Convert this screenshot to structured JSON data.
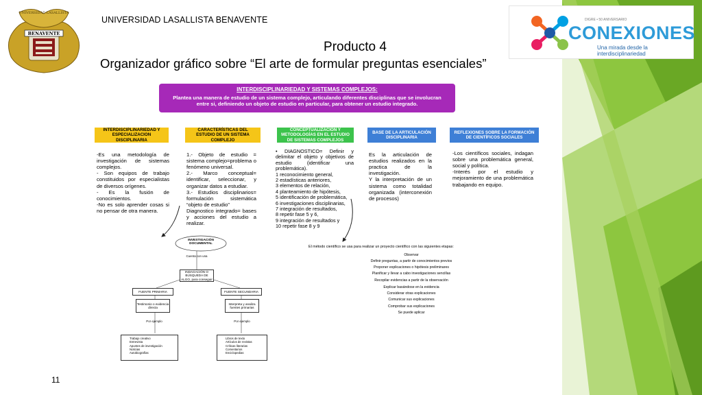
{
  "header": {
    "university": "UNIVERSIDAD LASALLISTA BENAVENTE",
    "title_line1": "Producto 4",
    "title_line2": "Organizador gráfico sobre “El arte de formular preguntas esenciales”"
  },
  "seal": {
    "top_text": "UNIVERSIDAD LASALLISTA",
    "banner_text": "BENAVENTE"
  },
  "logo": {
    "brand": "CONEXIONES",
    "tagline": "Una mirada desde la interdisciplinariedad",
    "small_text": "DIGRE • 50 ANIVERSARIO"
  },
  "page_number": "11",
  "colors": {
    "accent_green": "#8dc63f",
    "purple": "#a629b8",
    "yellow": "#f5c518",
    "green": "#3cc34c",
    "blue": "#3e7fd6"
  },
  "top_panel": {
    "title": "INTERDISCIPLINARIEDAD Y SISTEMAS COMPLEJOS:",
    "body": "Plantea una manera de estudio de un sistema complejo, articulando diferentes disciplinas que se involucran entre si, definiendo un objeto de estudio en particular, para obtener un estudio integrado."
  },
  "columns": [
    {
      "header": "INTERDISCIPLINARIEDAD Y ESPECIALIZACION DISCIPLINARIA",
      "lines": [
        "-Es una metodología de investigación de sistemas complejos.",
        "- Son equipos de trabajo constituidos por especialistas de diversos orígenes.",
        "- Es la fusión de conocimientos.",
        "-No es solo aprender cosas si no pensar de otra manera."
      ]
    },
    {
      "header": "CARACTERÍSTICAS DEL ESTUDIO DE UN SISTEMA COMPLEJO",
      "lines": [
        "1.- Objeto de estudio = sistema complejo=problema o fenómeno universal.",
        "2.- Marco conceptual= identificar, seleccionar, y organizar datos a estudiar.",
        "3.- Estudios disciplinarios= formulación sistemática “objeto de estudio”",
        "Diagnostico integrado= bases y acciones del estudio a realizar."
      ]
    },
    {
      "header": "CONCEPTUALIZACIÓN Y METODOLOGÍAS EN EL ESTUDIO DE SISTEMAS COMPLEJOS",
      "lines": [
        "• DIAGNOSTICO= Definir y delimitar el objeto y objetivos de estudio (identificar una problemática).",
        "1 reconocimiento general,",
        "2 estadísticas anteriores,",
        "3 elementos de relación,",
        "4 planteamiento de hipótesis,",
        "5 identificación de problemática,",
        "6 investigaciones disciplinarias,",
        "7 integración de resultados,",
        "8 repetir fase 5 y 6,",
        "9 integración de resultados y",
        "10 repetir fase 8 y 9"
      ]
    },
    {
      "header": "BASE DE LA ARTICULACIÓN DISCIPLINARIA",
      "lines": [
        "Es la articulación de estudios realizados en la practica de la investigación.",
        "Y la interpretación de un sistema como totalidad organizada (interconexión de procesos)"
      ]
    },
    {
      "header": "REFLEXIONES SOBRE LA FORMACIÓN DE CIENTÍFICOS SOCIALES",
      "lines": [
        "-Los científicos sociales, indagan sobre una problemática general, social y política.",
        "-Interés por el estudio y mejoramiento de una problemática trabajando en equipo."
      ]
    }
  ],
  "flowchart": {
    "root": "INVESTIGACIÓN DOCUMENTAL",
    "connector_1": "Cuenta con una",
    "center": "INDAGACIÓN O BÚSQUEDA DE ALGO, para conseguir",
    "left": "FUENTE PRIMARIA",
    "right": "FUENTE SECUNDARIA",
    "left_sub": "Testimonio o evidencia directa",
    "right_sub": "Interpreta y analiza fuentes primarias",
    "left_example": "Por ejemplo",
    "right_example": "Por ejemplo",
    "left_list": [
      "Trabajo creativo",
      "Entrevista",
      "Apuntes de investigación",
      "Noticias",
      "Autobiografías"
    ],
    "right_list": [
      "Libros de texto",
      "Artículos de revistas",
      "Críticas literarias",
      "Comentarios",
      "Enciclopedias"
    ]
  },
  "scientific_method": {
    "intro": "El método científico se usa para realizar un proyecto científico con las siguientes etapas:",
    "steps": [
      "Observar",
      "Definir preguntas, a partir de conocimientos previos",
      "Proponer explicaciones o hipótesis preliminares",
      "Planificar y llevar a cabo investigaciones sencillas",
      "Recopilar evidencias a partir de la observación",
      "Explicar basándose en la evidencia",
      "Considerar otras explicaciones",
      "Comunicar sus explicaciones",
      "Comprobar sus explicaciones",
      "Se puede aplicar"
    ]
  }
}
